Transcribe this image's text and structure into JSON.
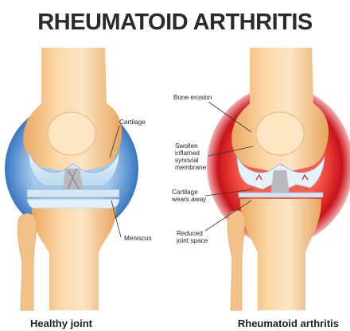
{
  "title": "RHEUMATOID ARTHRITIS",
  "captions": {
    "healthy": "Healthy joint",
    "ra": "Rheumatoid arthritis"
  },
  "labels": {
    "cartilage": "Cartilage",
    "meniscus": "Meniscus",
    "bone_erosion": "Bone erosion",
    "swollen": [
      "Swollen",
      "inflamed",
      "synovial",
      "membrane"
    ],
    "cartilage_wears": [
      "Cartilage",
      "wears away"
    ],
    "reduced": [
      "Reduced",
      "joint space"
    ]
  },
  "colors": {
    "bone": "#f7c98f",
    "bone_light": "#fde6c4",
    "cartilage": "#d9ecf8",
    "synovium_healthy": "#3d7fc9",
    "synovium_inflamed": "#c8121a"
  }
}
